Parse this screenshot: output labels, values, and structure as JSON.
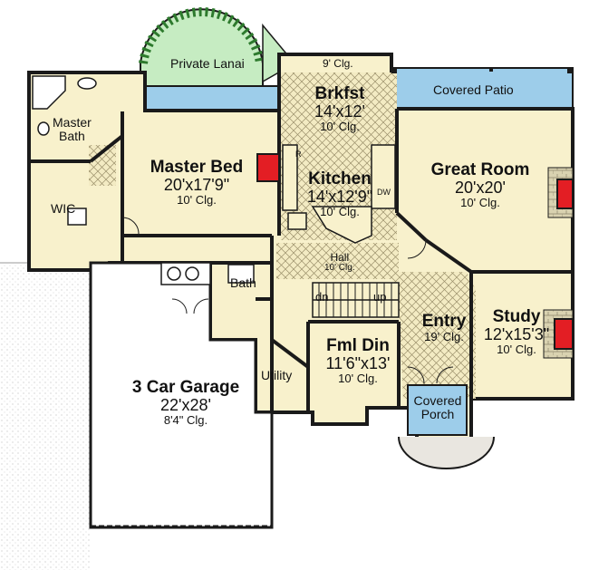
{
  "rooms": {
    "private_lanai": {
      "name": "Private Lanai"
    },
    "covered_patio": {
      "name": "Covered Patio"
    },
    "brkfst": {
      "name": "Brkfst",
      "dims": "14'x12'",
      "clg": "10' Clg.",
      "top_clg": "9' Clg."
    },
    "kitchen": {
      "name": "Kitchen",
      "dims": "14'x12'9\"",
      "clg": "10' Clg."
    },
    "master_bath": {
      "name_line1": "Master",
      "name_line2": "Bath"
    },
    "master_bed": {
      "name": "Master Bed",
      "dims": "20'x17'9\"",
      "clg": "10' Clg."
    },
    "wic": {
      "name": "WIC"
    },
    "great_room": {
      "name": "Great Room",
      "dims": "20'x20'",
      "clg": "10' Clg."
    },
    "hall": {
      "name": "Hall",
      "clg": "10' Clg."
    },
    "bath": {
      "name": "Bath"
    },
    "stair": {
      "down": "dn",
      "up": "up"
    },
    "entry": {
      "name": "Entry",
      "clg": "19' Clg."
    },
    "study": {
      "name": "Study",
      "dims": "12'x15'3\"",
      "clg": "10' Clg."
    },
    "fml_din": {
      "name": "Fml Din",
      "dims": "11'6\"x13'",
      "clg": "10' Clg."
    },
    "utility": {
      "name": "Utility"
    },
    "garage": {
      "name": "3 Car Garage",
      "dims": "22'x28'",
      "clg": "8'4\" Clg."
    },
    "covered_porch": {
      "name_line1": "Covered",
      "name_line2": "Porch"
    },
    "appliance": {
      "dw": "DW",
      "r": "R"
    }
  },
  "colors": {
    "floor": "#f8f1cc",
    "wall": "#1a1a1a",
    "garage": "#ffffff",
    "lanai_green": "#c6ecc2",
    "patio_blue": "#9dcdea",
    "fireplace": "#e31e24",
    "tile": "#e9e0b6"
  }
}
